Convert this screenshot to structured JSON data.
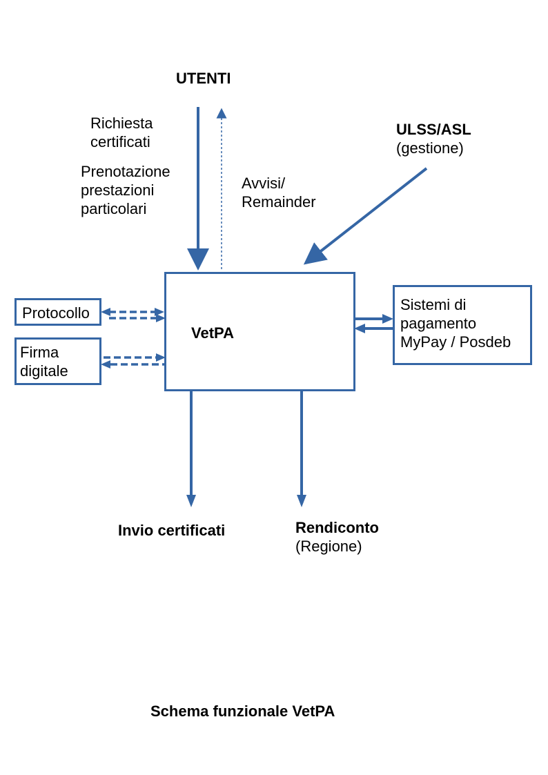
{
  "diagram": {
    "colors": {
      "line": "#3566a5",
      "text": "#000000"
    },
    "nodes": {
      "utenti": "UTENTI",
      "ulss_title": "ULSS/ASL",
      "ulss_sub": "(gestione)",
      "vetpa": "VetPA",
      "protocollo": "Protocollo",
      "firma_line1": "Firma",
      "firma_line2": "digitale",
      "pagamento_line1": "Sistemi di",
      "pagamento_line2": "pagamento",
      "pagamento_line3": "MyPay / Posdeb",
      "invio": "Invio certificati",
      "rendiconto_title": "Rendiconto",
      "rendiconto_sub": "(Regione)"
    },
    "edge_labels": {
      "richiesta_line1": "Richiesta",
      "richiesta_line2": "certificati",
      "prenotazione_line1": "Prenotazione",
      "prenotazione_line2": "prestazioni",
      "prenotazione_line3": "particolari",
      "avvisi_line1": "Avvisi/",
      "avvisi_line2": "Remainder"
    },
    "caption": "Schema funzionale VetPA"
  }
}
